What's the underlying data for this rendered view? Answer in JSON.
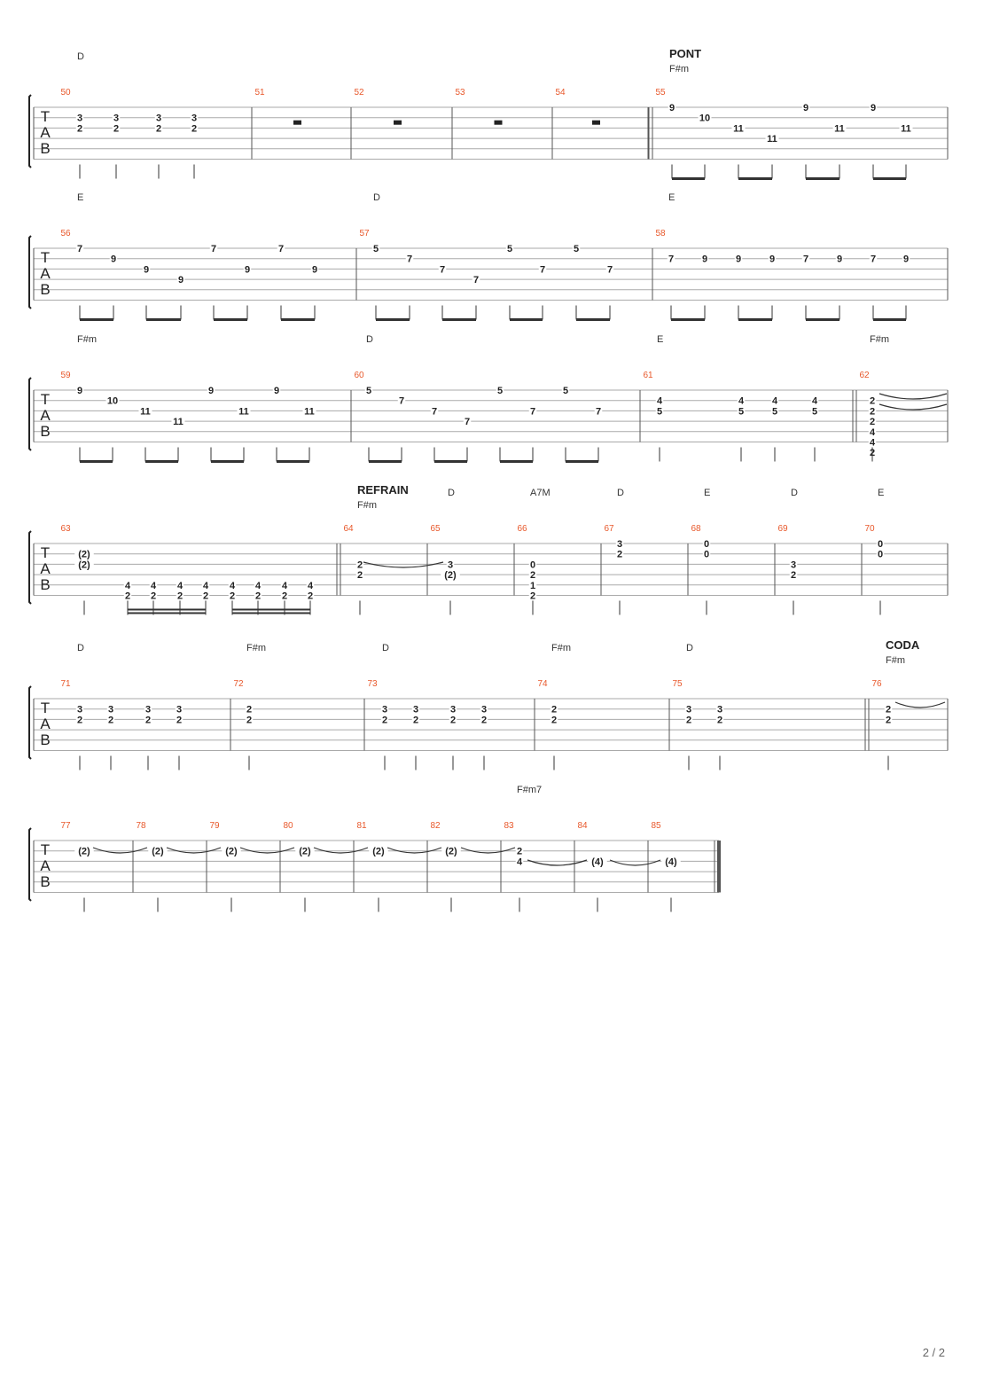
{
  "page": {
    "page_number": "2 / 2"
  },
  "tab_letters": [
    "T",
    "A",
    "B"
  ],
  "systems": [
    {
      "measures": [
        {
          "n": "50",
          "chords": [
            "D"
          ],
          "notes": [
            [
              "3",
              "2"
            ],
            [
              "3",
              "2"
            ],
            [
              "3",
              "2"
            ],
            [
              "3",
              "2"
            ]
          ]
        },
        {
          "n": "51",
          "rest": "whole"
        },
        {
          "n": "52",
          "rest": "whole"
        },
        {
          "n": "53",
          "rest": "whole"
        },
        {
          "n": "54",
          "rest": "whole"
        },
        {
          "n": "55",
          "section": "PONT",
          "chords": [
            "F#m"
          ],
          "notes": [
            [
              "9"
            ],
            [
              "10"
            ],
            [
              "11"
            ],
            [
              "11"
            ],
            [
              "9"
            ],
            [
              "11"
            ],
            [
              "9"
            ],
            [
              "11"
            ]
          ]
        }
      ]
    },
    {
      "measures": [
        {
          "n": "56",
          "chords": [
            "E"
          ],
          "notes": [
            [
              "7"
            ],
            [
              "9"
            ],
            [
              "9"
            ],
            [
              "9"
            ],
            [
              "7"
            ],
            [
              "9"
            ],
            [
              "7"
            ],
            [
              "9"
            ]
          ]
        },
        {
          "n": "57",
          "chords": [
            "D"
          ],
          "notes": [
            [
              "5"
            ],
            [
              "7"
            ],
            [
              "7"
            ],
            [
              "7"
            ],
            [
              "5"
            ],
            [
              "7"
            ],
            [
              "5"
            ],
            [
              "7"
            ]
          ]
        },
        {
          "n": "58",
          "chords": [
            "E"
          ],
          "notes": [
            [
              "7"
            ],
            [
              "9"
            ],
            [
              "9"
            ],
            [
              "9"
            ],
            [
              "7"
            ],
            [
              "9"
            ],
            [
              "7"
            ],
            [
              "9"
            ]
          ]
        }
      ]
    },
    {
      "measures": [
        {
          "n": "59",
          "chords": [
            "F#m"
          ],
          "notes": [
            [
              "9"
            ],
            [
              "10"
            ],
            [
              "11"
            ],
            [
              "11"
            ],
            [
              "9"
            ],
            [
              "11"
            ],
            [
              "9"
            ],
            [
              "11"
            ]
          ]
        },
        {
          "n": "60",
          "chords": [
            "D"
          ],
          "notes": [
            [
              "5"
            ],
            [
              "7"
            ],
            [
              "7"
            ],
            [
              "7"
            ],
            [
              "5"
            ],
            [
              "7"
            ],
            [
              "5"
            ],
            [
              "7"
            ]
          ]
        },
        {
          "n": "61",
          "chords": [
            "E"
          ],
          "notes": [
            [
              "4",
              "5"
            ],
            [
              "4",
              "5"
            ],
            [
              "4",
              "5"
            ],
            [
              "4",
              "5"
            ]
          ]
        },
        {
          "n": "62",
          "chords": [
            "F#m"
          ],
          "notes": [
            [
              "2",
              "2",
              "2",
              "4",
              "4",
              "2"
            ]
          ]
        }
      ]
    },
    {
      "measures": [
        {
          "n": "63",
          "notes": [
            [
              "(2)",
              "(2)"
            ],
            [
              "4",
              "2"
            ],
            [
              "4",
              "2"
            ],
            [
              "4",
              "2"
            ],
            [
              "4",
              "2"
            ],
            [
              "4",
              "2"
            ],
            [
              "4",
              "2"
            ],
            [
              "4",
              "2"
            ],
            [
              "4",
              "2"
            ]
          ]
        },
        {
          "n": "64",
          "section": "REFRAIN",
          "chords": [
            "F#m"
          ],
          "notes": [
            [
              "2",
              "2"
            ]
          ]
        },
        {
          "n": "65",
          "chords": [
            "D"
          ],
          "notes": [
            [
              "3",
              "(2)"
            ]
          ]
        },
        {
          "n": "66",
          "chords": [
            "A7M"
          ],
          "notes": [
            [
              "0",
              "2",
              "1",
              "2"
            ]
          ]
        },
        {
          "n": "67",
          "chords": [
            "D"
          ],
          "notes": [
            [
              "3",
              "2"
            ]
          ]
        },
        {
          "n": "68",
          "chords": [
            "E"
          ],
          "notes": [
            [
              "0",
              "0"
            ]
          ]
        },
        {
          "n": "69",
          "chords": [
            "D"
          ],
          "notes": [
            [
              "3",
              "2"
            ]
          ]
        },
        {
          "n": "70",
          "chords": [
            "E"
          ],
          "notes": [
            [
              "0",
              "0"
            ]
          ]
        }
      ]
    },
    {
      "measures": [
        {
          "n": "71",
          "chords": [
            "D"
          ],
          "notes": [
            [
              "3",
              "2"
            ],
            [
              "3",
              "2"
            ],
            [
              "3",
              "2"
            ],
            [
              "3",
              "2"
            ]
          ]
        },
        {
          "n": "72",
          "chords": [
            "F#m"
          ],
          "notes": [
            [
              "2",
              "2"
            ]
          ]
        },
        {
          "n": "73",
          "chords": [
            "D"
          ],
          "notes": [
            [
              "3",
              "2"
            ],
            [
              "3",
              "2"
            ],
            [
              "3",
              "2"
            ],
            [
              "3",
              "2"
            ]
          ]
        },
        {
          "n": "74",
          "chords": [
            "F#m"
          ],
          "notes": [
            [
              "2",
              "2"
            ]
          ]
        },
        {
          "n": "75",
          "chords": [
            "D"
          ],
          "notes": [
            [
              "3",
              "2"
            ],
            [
              "3",
              "2"
            ]
          ]
        },
        {
          "n": "76",
          "section": "CODA",
          "chords": [
            "F#m"
          ],
          "notes": [
            [
              "2",
              "2"
            ]
          ]
        }
      ]
    },
    {
      "measures": [
        {
          "n": "77",
          "notes": [
            [
              "(2)"
            ]
          ]
        },
        {
          "n": "78",
          "notes": [
            [
              "(2)"
            ]
          ]
        },
        {
          "n": "79",
          "notes": [
            [
              "(2)"
            ]
          ]
        },
        {
          "n": "80",
          "notes": [
            [
              "(2)"
            ]
          ]
        },
        {
          "n": "81",
          "notes": [
            [
              "(2)"
            ]
          ]
        },
        {
          "n": "82",
          "notes": [
            [
              "(2)"
            ]
          ]
        },
        {
          "n": "83",
          "chords": [
            "F#m7"
          ],
          "notes": [
            [
              "2",
              "4"
            ]
          ]
        },
        {
          "n": "84",
          "notes": [
            [
              "(4)"
            ]
          ]
        },
        {
          "n": "85",
          "notes": [
            [
              "(4)"
            ]
          ]
        }
      ]
    }
  ]
}
